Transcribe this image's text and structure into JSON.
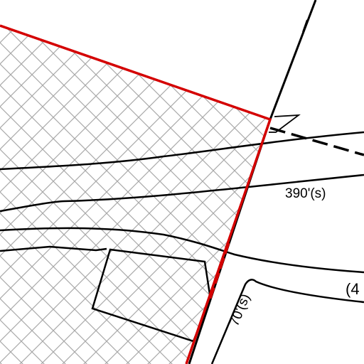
{
  "map": {
    "labels": {
      "distance_390": "390'(s)",
      "distance_70": "70'(s)",
      "partial_label": "(4"
    },
    "colors": {
      "parcel_border": "#d40000",
      "hatch": "#a9a9a9",
      "lines": "#000000",
      "background": "#ffffff"
    },
    "layers": [
      "hatched-parcel",
      "parcel-boundary",
      "contour-lines",
      "building-outline",
      "road-edges",
      "dashed-easement"
    ]
  }
}
